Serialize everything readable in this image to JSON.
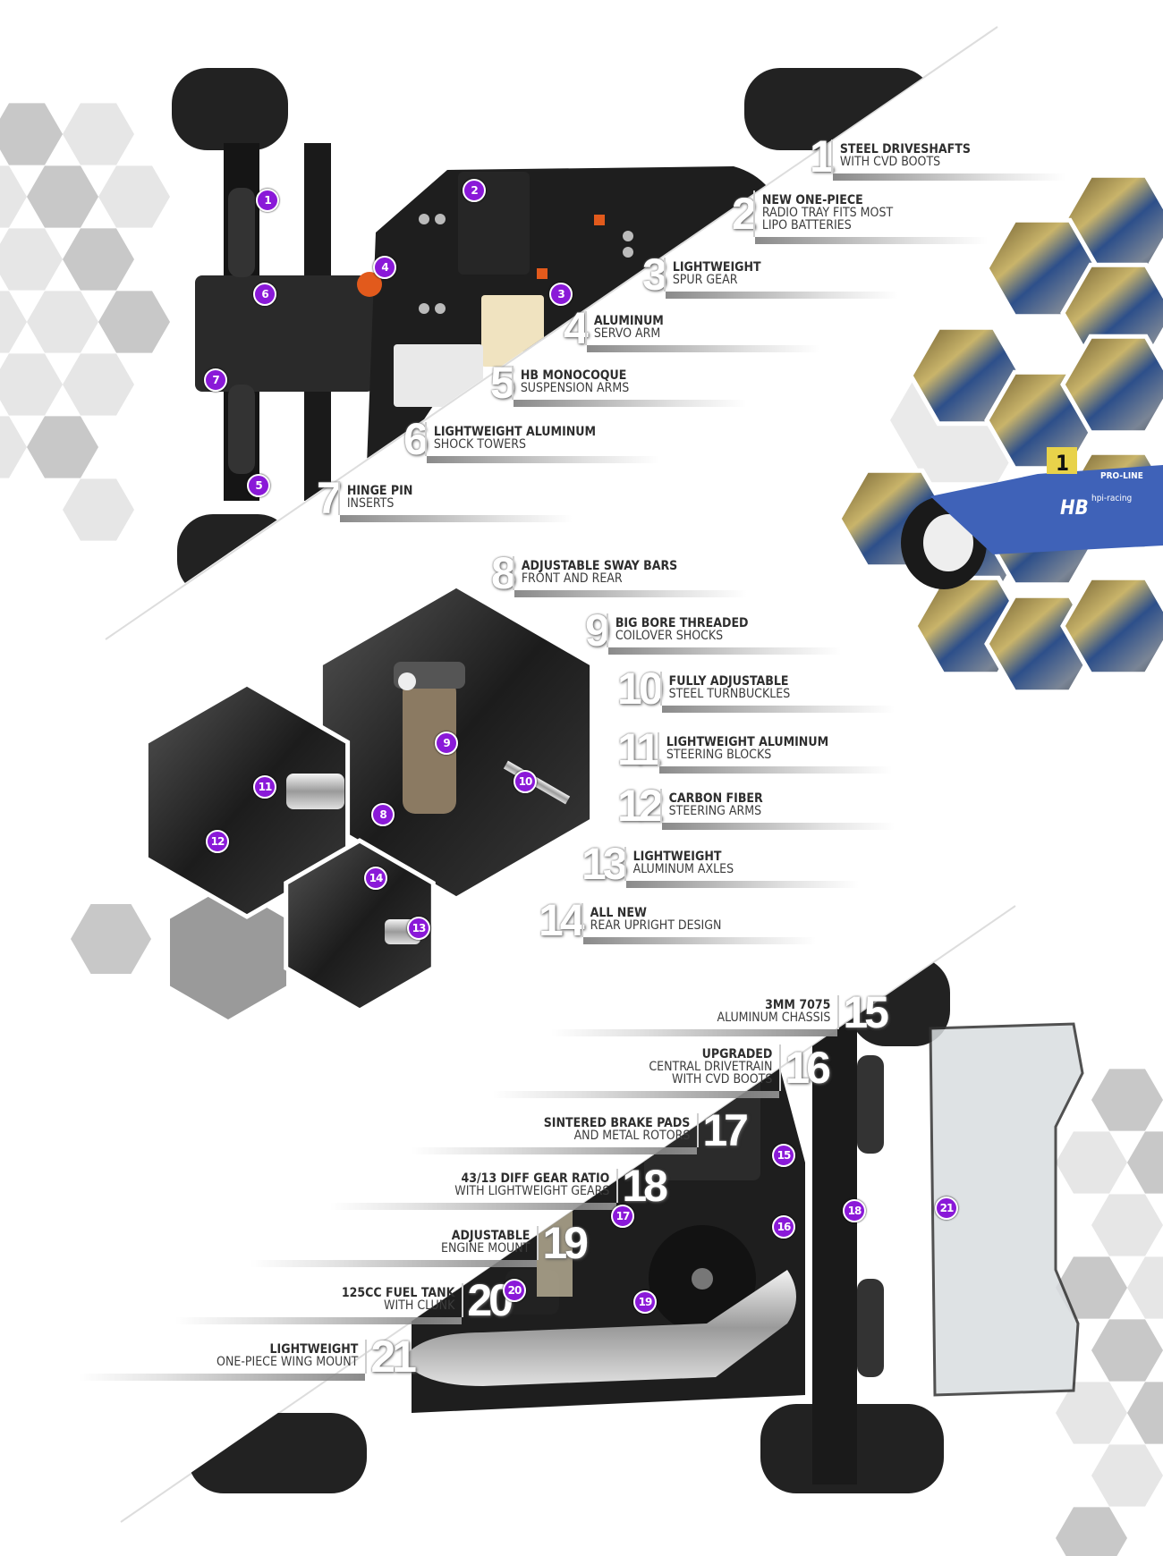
{
  "features": [
    {
      "n": "1",
      "line1": "STEEL DRIVESHAFTS",
      "line2": "WITH CVD BOOTS"
    },
    {
      "n": "2",
      "line1": "NEW ONE-PIECE",
      "line2": "RADIO TRAY FITS MOST",
      "line3": "LiPo BATTERIES"
    },
    {
      "n": "3",
      "line1": "LIGHTWEIGHT",
      "line2": "SPUR GEAR"
    },
    {
      "n": "4",
      "line1": "ALUMINUM",
      "line2": "SERVO ARM"
    },
    {
      "n": "5",
      "line1": "HB MONOCOQUE",
      "line2": "SUSPENSION ARMS"
    },
    {
      "n": "6",
      "line1": "LIGHTWEIGHT ALUMINUM",
      "line2": "SHOCK TOWERS"
    },
    {
      "n": "7",
      "line1": "HINGE PIN",
      "line2": "INSERTS"
    },
    {
      "n": "8",
      "line1": "ADJUSTABLE SWAY BARS",
      "line2": "FRONT AND REAR"
    },
    {
      "n": "9",
      "line1": "BIG BORE THREADED",
      "line2": "COILOVER SHOCKS"
    },
    {
      "n": "10",
      "line1": "FULLY ADJUSTABLE",
      "line2": "STEEL TURNBUCKLES"
    },
    {
      "n": "11",
      "line1": "LIGHTWEIGHT ALUMINUM",
      "line2": "STEERING BLOCKS"
    },
    {
      "n": "12",
      "line1": "CARBON FIBER",
      "line2": "STEERING ARMS"
    },
    {
      "n": "13",
      "line1": "LIGHTWEIGHT",
      "line2": "ALUMINUM AXLES"
    },
    {
      "n": "14",
      "line1": "ALL NEW",
      "line2": "REAR UPRIGHT DESIGN"
    },
    {
      "n": "15",
      "line1": "3MM 7075",
      "line2": "ALUMINUM CHASSIS"
    },
    {
      "n": "16",
      "line1": "UPGRADED",
      "line2": "CENTRAL DRIVETRAIN",
      "line3": "WITH CVD BOOTS"
    },
    {
      "n": "17",
      "line1": "SINTERED BRAKE PADS",
      "line2": "AND METAL ROTORS"
    },
    {
      "n": "18",
      "line1": "43/13 DIFF GEAR RATIO",
      "line2": "WITH LIGHTWEIGHT GEARS"
    },
    {
      "n": "19",
      "line1": "ADJUSTABLE",
      "line2": "ENGINE MOUNT"
    },
    {
      "n": "20",
      "line1": "125CC FUEL TANK",
      "line2": "WITH CLUNK"
    },
    {
      "n": "21",
      "line1": "LIGHTWEIGHT",
      "line2": "ONE-PIECE WING MOUNT"
    }
  ],
  "markers": [
    "1",
    "2",
    "3",
    "4",
    "5",
    "6",
    "7",
    "8",
    "9",
    "10",
    "11",
    "12",
    "13",
    "14",
    "15",
    "16",
    "17",
    "18",
    "19",
    "20",
    "21"
  ],
  "photo_text": {
    "car_number": "1",
    "body_brand": "HB",
    "sponsor": "hpi-racing",
    "sponsor2": "PRO-LINE"
  },
  "colors": {
    "marker": "#8a19d8",
    "hex_light": "#e6e6e6",
    "hex_mid": "#c8c8c8",
    "hex_dark": "#9a9a9a",
    "chassis": "#1e1e1e"
  }
}
